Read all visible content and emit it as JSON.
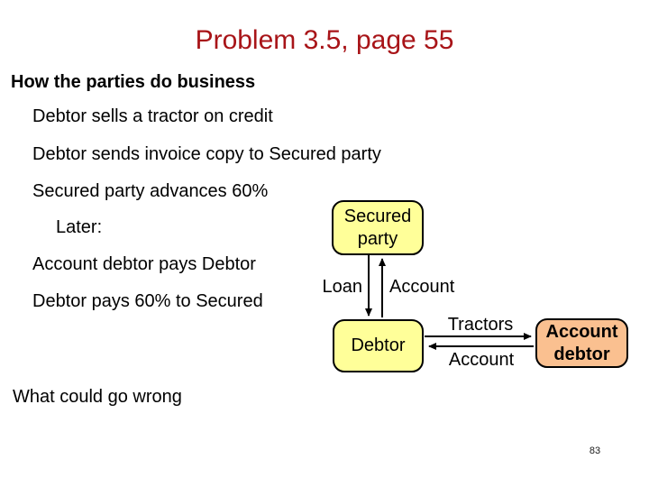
{
  "slide": {
    "title": "Problem 3.5, page 55",
    "heading": "How the parties do business",
    "bullets": [
      "Debtor sells a tractor on credit",
      "Debtor sends invoice copy to Secured party",
      "Secured party advances 60%",
      "Later:",
      "Account debtor pays Debtor",
      "Debtor pays 60% to Secured"
    ],
    "footer_question": "What could go wrong",
    "page_number": "83"
  },
  "diagram": {
    "nodes": [
      {
        "id": "secured-party",
        "line1": "Secured",
        "line2": "party",
        "fill": "#ffff99"
      },
      {
        "id": "debtor",
        "line1": "Debtor",
        "line2": "",
        "fill": "#ffff99"
      },
      {
        "id": "account-debtor",
        "line1": "Account",
        "line2": "debtor",
        "fill": "#fac090"
      }
    ],
    "edges": [
      {
        "label": "Loan",
        "from": "secured-party",
        "to": "debtor",
        "direction": "down"
      },
      {
        "label": "Account",
        "from": "debtor",
        "to": "secured-party",
        "direction": "up"
      },
      {
        "label": "Tractors",
        "from": "debtor",
        "to": "account-debtor",
        "direction": "right"
      },
      {
        "label": "Account",
        "from": "account-debtor",
        "to": "debtor",
        "direction": "left"
      }
    ]
  },
  "colors": {
    "title_color": "#a81418",
    "box_yellow": "#ffff99",
    "box_peach": "#fac090",
    "arrow": "#000000"
  }
}
